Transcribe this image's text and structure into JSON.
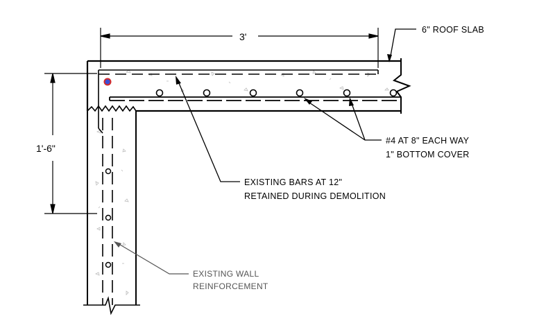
{
  "labels": {
    "roof_slab": "6\" ROOF SLAB",
    "dim_horizontal": "3'",
    "dim_vertical": "1'-6\"",
    "new_bars_line1": "#4 AT 8\" EACH WAY",
    "new_bars_line2": "1\" BOTTOM COVER",
    "existing_bars_line1": "EXISTING BARS AT 12\"",
    "existing_bars_line2": "RETAINED DURING DEMOLITION",
    "wall_reinf_line1": "EXISTING WALL",
    "wall_reinf_line2": "REINFORCEMENT"
  },
  "colors": {
    "line": "#000000",
    "leader_gray": "#555555",
    "concrete_speckle": "#bbbbbb",
    "marker_fill": "#3b4fd6",
    "marker_ring": "#d42a2a"
  }
}
